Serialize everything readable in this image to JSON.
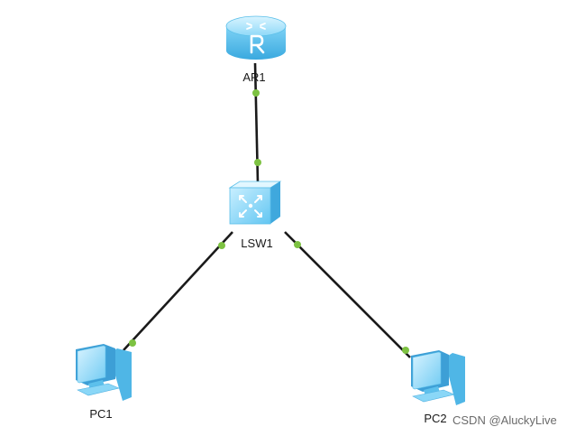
{
  "colors": {
    "link": "#1a1a1a",
    "port_dot": "#7dc242",
    "device_light": "#bfeaff",
    "device_mid": "#6fcdf5",
    "device_dark": "#2e9fd8",
    "label": "#1a1a1a"
  },
  "nodes": [
    {
      "id": "AR1",
      "label": "AR1",
      "kind": "router",
      "icon": "router-icon"
    },
    {
      "id": "LSW1",
      "label": "LSW1",
      "kind": "switch",
      "icon": "switch-icon"
    },
    {
      "id": "PC1",
      "label": "PC1",
      "kind": "pc",
      "icon": "pc-icon"
    },
    {
      "id": "PC2",
      "label": "PC2",
      "kind": "pc",
      "icon": "pc-icon"
    }
  ],
  "links": [
    {
      "from": "AR1",
      "to": "LSW1"
    },
    {
      "from": "LSW1",
      "to": "PC1"
    },
    {
      "from": "LSW1",
      "to": "PC2"
    }
  ],
  "watermark": "CSDN @AluckyLive"
}
